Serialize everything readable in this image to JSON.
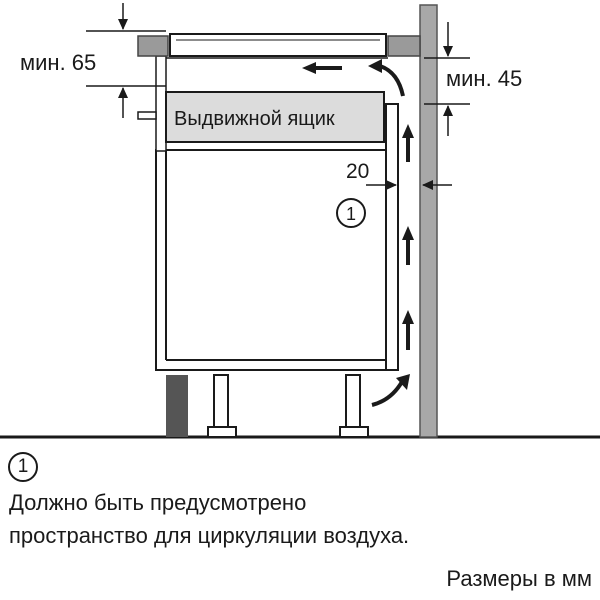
{
  "labels": {
    "min_top": "мин. 65",
    "min_right": "мин. 45",
    "drawer": "Выдвижной ящик",
    "gap": "20",
    "marker": "1"
  },
  "note": {
    "marker": "1",
    "text_line1": "Должно быть предусмотрено",
    "text_line2": "пространство для циркуляции воздуха."
  },
  "footer": {
    "units": "Размеры в мм"
  },
  "colors": {
    "wall": "#a8a8a8",
    "cooktop_edge": "#9a9a9a",
    "drawer_fill": "#dcdcdc",
    "leg_dark": "#555555",
    "line": "#1a1a1a"
  }
}
